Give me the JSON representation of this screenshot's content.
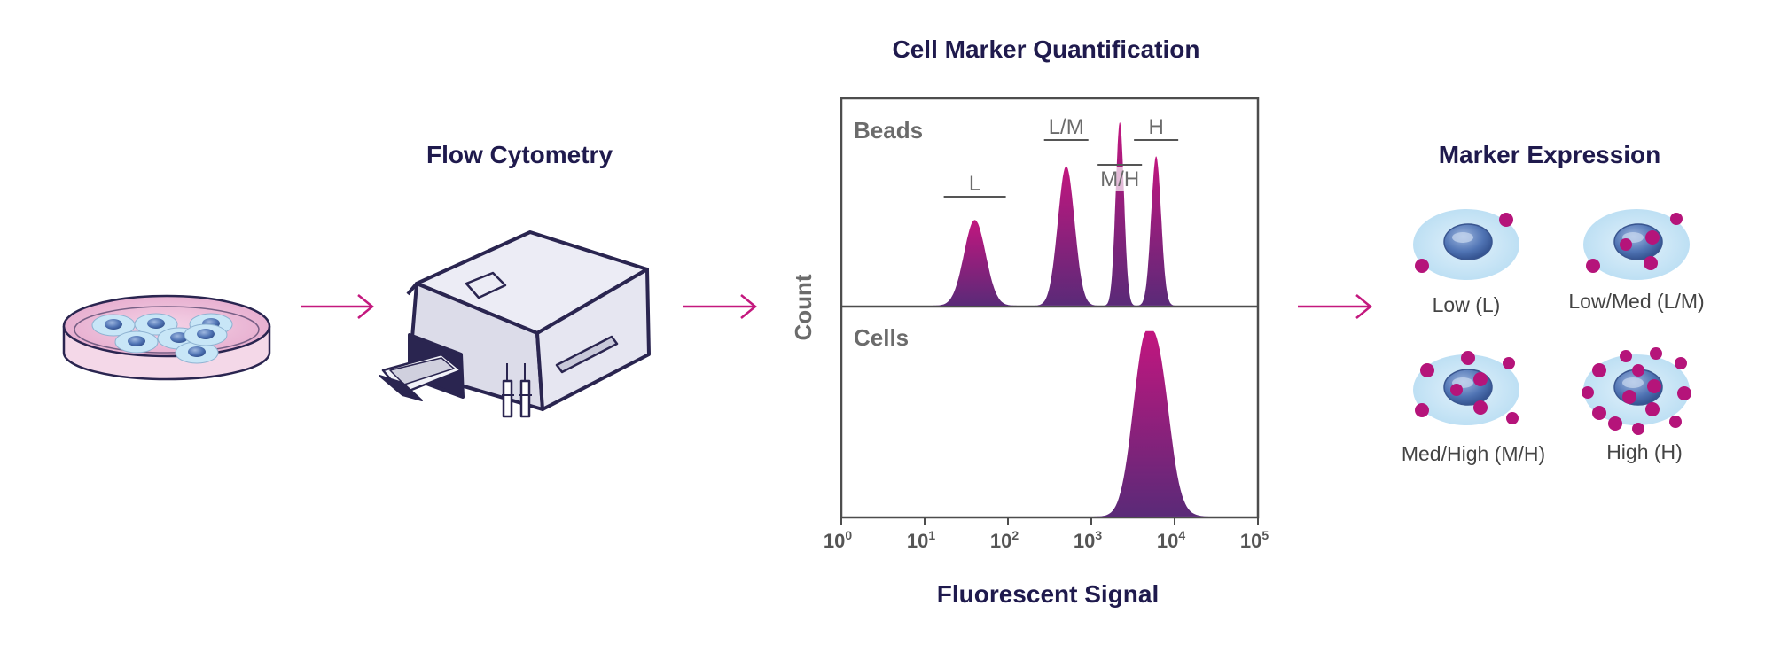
{
  "titles": {
    "flow": "Flow Cytometry",
    "quant": "Cell Marker Quantification",
    "expression": "Marker Expression"
  },
  "chart": {
    "panel_beads": "Beads",
    "panel_cells": "Cells",
    "ylabel": "Count",
    "xlabel": "Fluorescent Signal",
    "x_ticks": [
      {
        "base": "10",
        "exp": "0"
      },
      {
        "base": "10",
        "exp": "1"
      },
      {
        "base": "10",
        "exp": "2"
      },
      {
        "base": "10",
        "exp": "3"
      },
      {
        "base": "10",
        "exp": "4"
      },
      {
        "base": "10",
        "exp": "5"
      }
    ],
    "bead_labels": [
      "L",
      "L/M",
      "M/H",
      "H"
    ]
  },
  "chart_data": {
    "type": "area",
    "x_scale": "log",
    "xlim": [
      1,
      100000
    ],
    "series": [
      {
        "name": "Beads",
        "peaks": [
          {
            "label": "L",
            "center": 40,
            "rel_height": 0.43
          },
          {
            "label": "L/M",
            "center": 500,
            "rel_height": 0.7
          },
          {
            "label": "M/H",
            "center": 2200,
            "rel_height": 0.92
          },
          {
            "label": "H",
            "center": 6000,
            "rel_height": 0.75
          }
        ]
      },
      {
        "name": "Cells",
        "peaks": [
          {
            "center": 4500,
            "rel_height": 0.93
          }
        ]
      }
    ]
  },
  "expression": {
    "items": [
      {
        "label": "Low (L)"
      },
      {
        "label": "Low/Med (L/M)"
      },
      {
        "label": "Med/High (M/H)"
      },
      {
        "label": "High (H)"
      }
    ]
  },
  "colors": {
    "title": "#1f1a4d",
    "magenta": "#b5147a",
    "purple": "#6a2577",
    "arrow": "#c4187e",
    "axis": "#4d4d4d"
  },
  "icons": [
    "petri-dish-icon",
    "flow-cytometer-icon",
    "cell-icon",
    "arrow-right-icon"
  ]
}
